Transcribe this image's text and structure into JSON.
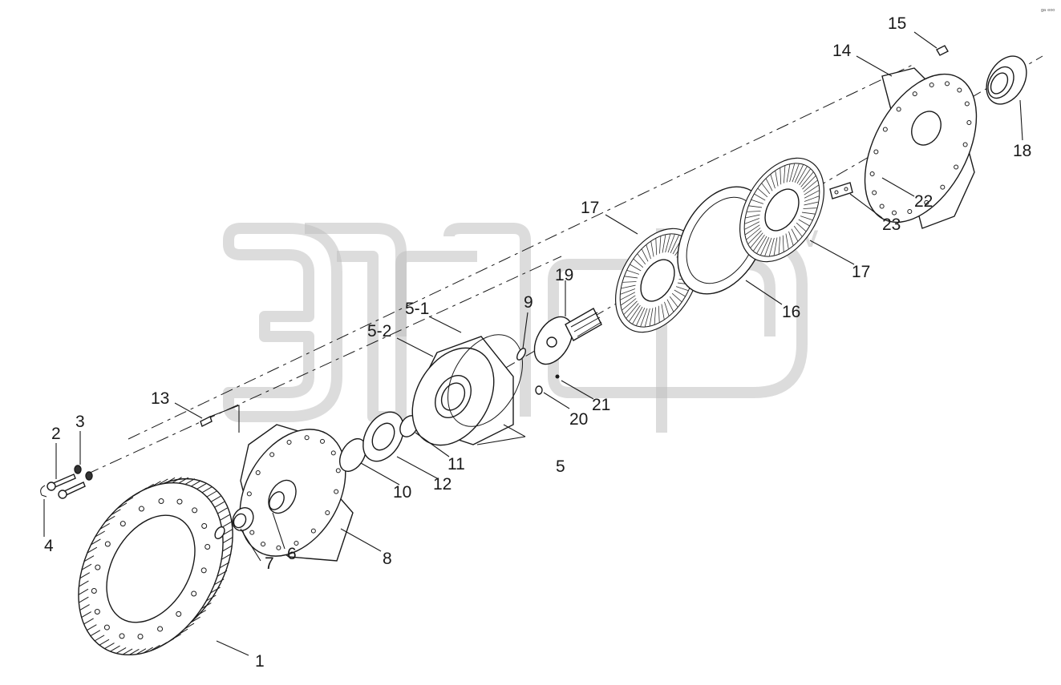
{
  "corner_mark": "ᵍᵃ ᵉᵒᵒ",
  "watermark": {
    "text": "элф",
    "sup": "TV"
  },
  "callouts": [
    {
      "id": "1",
      "label": "1"
    },
    {
      "id": "2",
      "label": "2"
    },
    {
      "id": "3",
      "label": "3"
    },
    {
      "id": "4",
      "label": "4"
    },
    {
      "id": "5",
      "label": "5"
    },
    {
      "id": "5-1",
      "label": "5-1"
    },
    {
      "id": "5-2",
      "label": "5-2"
    },
    {
      "id": "6",
      "label": "6"
    },
    {
      "id": "7",
      "label": "7"
    },
    {
      "id": "8",
      "label": "8"
    },
    {
      "id": "9",
      "label": "9"
    },
    {
      "id": "10",
      "label": "10"
    },
    {
      "id": "11",
      "label": "11"
    },
    {
      "id": "12",
      "label": "12"
    },
    {
      "id": "13",
      "label": "13"
    },
    {
      "id": "14",
      "label": "14"
    },
    {
      "id": "15",
      "label": "15"
    },
    {
      "id": "16",
      "label": "16"
    },
    {
      "id": "17a",
      "label": "17"
    },
    {
      "id": "17b",
      "label": "17"
    },
    {
      "id": "18",
      "label": "18"
    },
    {
      "id": "19",
      "label": "19"
    },
    {
      "id": "20",
      "label": "20"
    },
    {
      "id": "21",
      "label": "21"
    },
    {
      "id": "22",
      "label": "22"
    },
    {
      "id": "23",
      "label": "23"
    }
  ]
}
